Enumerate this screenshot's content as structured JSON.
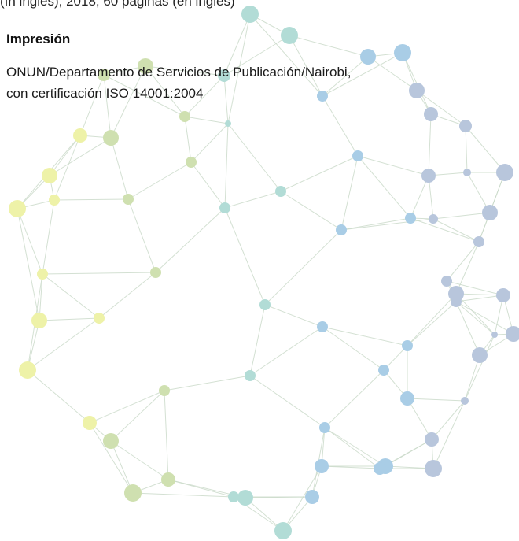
{
  "top_fragment": "(In inglés), 2018, 60 páginas (en inglés)",
  "section": {
    "heading": "Impresión",
    "lines": [
      "ONUN/Departamento de Servicios de Publicación/Nairobi,",
      "con certificación ISO 14001:2004"
    ]
  },
  "graphic": {
    "kind": "decorative network globe",
    "palette": [
      "#eef2a8",
      "#cfe0b0",
      "#b2dcd6",
      "#a9cde6",
      "#b8c6dc"
    ],
    "line_color": "#c9d9c8"
  }
}
